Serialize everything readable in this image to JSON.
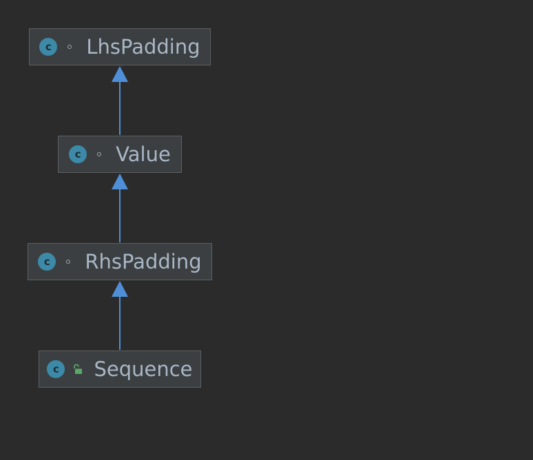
{
  "nodes": [
    {
      "id": "lhs",
      "label": "LhsPadding",
      "icon_letter": "c",
      "visibility": "package-private"
    },
    {
      "id": "value",
      "label": "Value",
      "icon_letter": "c",
      "visibility": "package-private"
    },
    {
      "id": "rhs",
      "label": "RhsPadding",
      "icon_letter": "c",
      "visibility": "package-private"
    },
    {
      "id": "seq",
      "label": "Sequence",
      "icon_letter": "c",
      "visibility": "public"
    }
  ],
  "colors": {
    "background": "#2b2b2b",
    "node_fill": "#3c3f41",
    "node_border": "#5e6060",
    "text": "#a9b7c6",
    "class_icon": "#3c8aa8",
    "arrow": "#4f8fd8",
    "public_lock": "#59a869"
  }
}
